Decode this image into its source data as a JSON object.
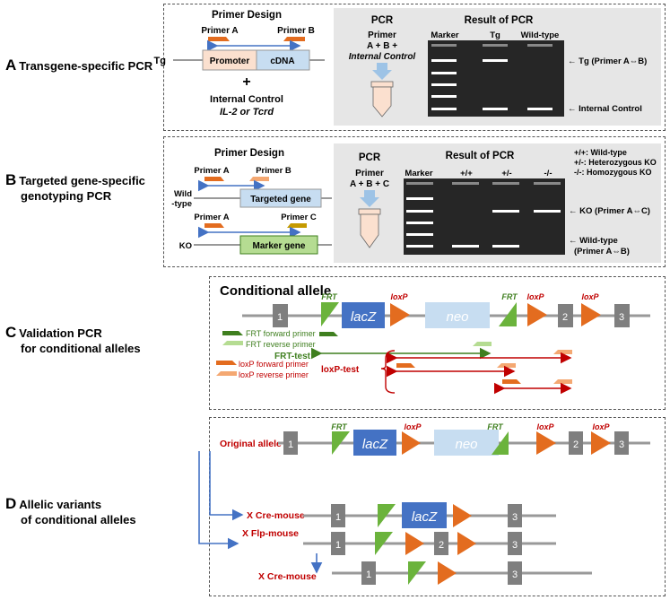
{
  "sections": {
    "a": {
      "letter": "A",
      "title": "Transgene-specific PCR"
    },
    "b": {
      "letter": "B",
      "title1": "Targeted gene-specific",
      "title2": "genotyping PCR"
    },
    "c": {
      "letter": "C",
      "title1": "Validation PCR",
      "title2": "for conditional alleles"
    },
    "d": {
      "letter": "D",
      "title1": "Allelic variants",
      "title2": "of conditional alleles"
    }
  },
  "panel_a": {
    "primer_design": "Primer Design",
    "primer_a": "Primer A",
    "primer_b": "Primer B",
    "tg": "Tg",
    "promoter": "Promoter",
    "cdna": "cDNA",
    "plus": "+",
    "internal_control": "Internal Control",
    "il2_tcrd": "IL-2 or Tcrd",
    "pcr": "PCR",
    "pcr_mix1": "Primer",
    "pcr_mix2": "A + B +",
    "pcr_mix3": "Internal Control",
    "result": "Result of PCR",
    "lanes": [
      "Marker",
      "Tg",
      "Wild-type"
    ],
    "band_tg": "← Tg (Primer A⇔B)",
    "band_ic": "← Internal Control"
  },
  "panel_b": {
    "primer_design": "Primer Design",
    "primer_a": "Primer A",
    "primer_b": "Primer B",
    "primer_a2": "Primer A",
    "primer_c": "Primer C",
    "wild1": "Wild",
    "wild2": "-type",
    "targeted_gene": "Targeted gene",
    "ko": "KO",
    "marker_gene": "Marker gene",
    "pcr": "PCR",
    "pcr_mix1": "Primer",
    "pcr_mix2": "A + B + C",
    "result": "Result of PCR",
    "lanes": [
      "Marker",
      "+/+",
      "+/-",
      "-/-"
    ],
    "legend": [
      "+/+: Wild-type",
      "+/-: Heterozygous KO",
      "-/-: Homozygous KO"
    ],
    "band_ko": "← KO (Primer A⇔C)",
    "band_wt1": "← Wild-type",
    "band_wt2": "(Primer A⇔B)"
  },
  "panel_c": {
    "title": "Conditional allele",
    "frt": "FRT",
    "loxp": "loxP",
    "lacz": "lacZ",
    "neo": "neo",
    "exons": [
      "1",
      "2",
      "3"
    ],
    "frt_fwd": "FRT forward primer",
    "frt_rev": "FRT reverse primer",
    "frt_test": "FRT-test",
    "loxp_fwd": "loxP forward primer",
    "loxp_rev": "loxP reverse primer",
    "loxp_test": "loxP-test"
  },
  "panel_d": {
    "original_allele": "Original allele",
    "frt": "FRT",
    "loxp": "loxP",
    "lacz": "lacZ",
    "neo": "neo",
    "exons": [
      "1",
      "2",
      "3"
    ],
    "cre_mouse": "X Cre-mouse",
    "flp_mouse": "X Flp-mouse",
    "cre_mouse2": "X Cre-mouse"
  },
  "colors": {
    "orange": "#E36C1F",
    "light_orange": "#F4A872",
    "green": "#6BB33C",
    "dark_green": "#3F7F1F",
    "light_green": "#B5DC92",
    "blue": "#4472C4",
    "light_blue": "#C7DDF1",
    "gray_exon": "#7F7F7F",
    "red": "#C00000",
    "gel": "#262626"
  }
}
